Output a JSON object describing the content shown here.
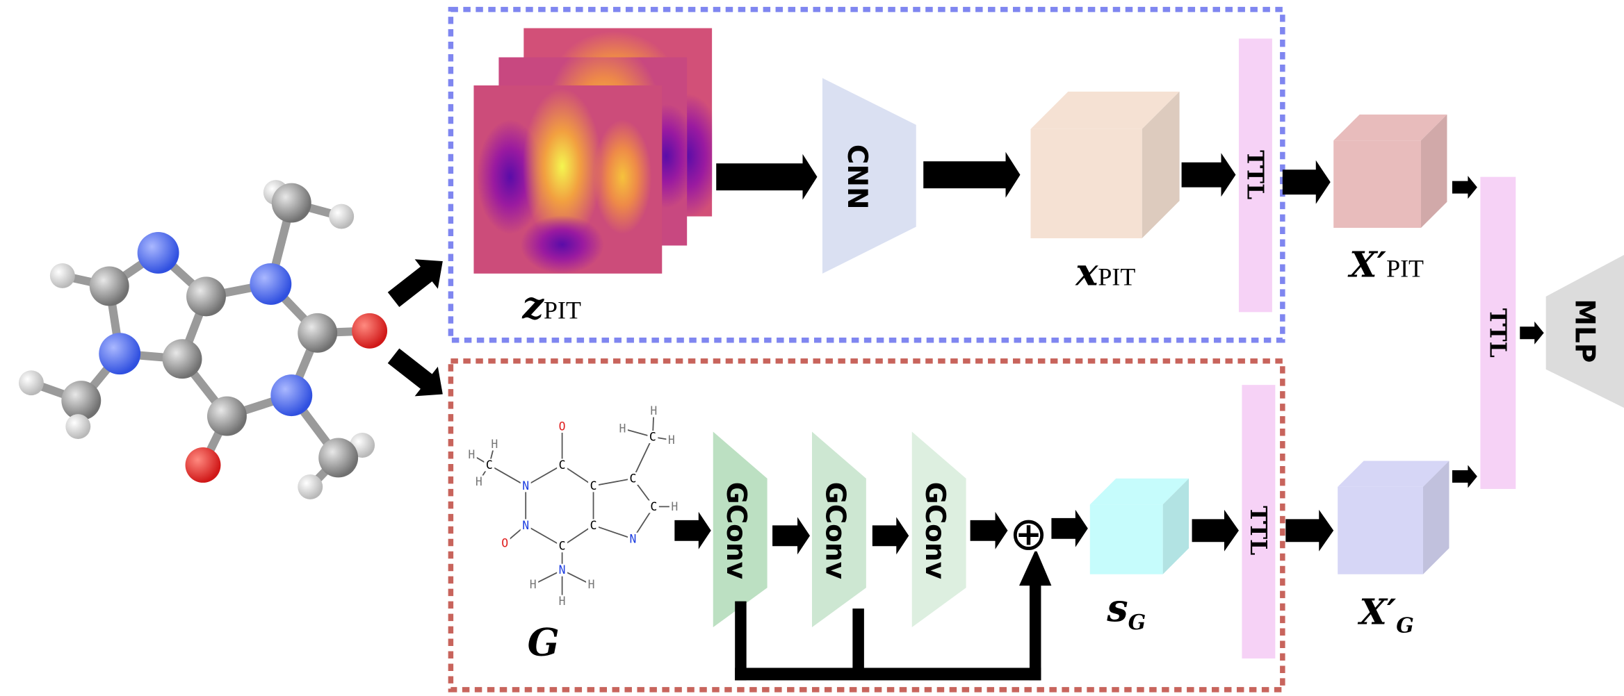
{
  "blocks": {
    "cnn": "CNN",
    "gconv": [
      "GConv",
      "GConv",
      "GConv"
    ],
    "ttl": [
      "TTL",
      "TTL",
      "TTL"
    ],
    "mlp": "MLP",
    "oplus": "⊕"
  },
  "labels": {
    "z_pit": {
      "main": "z",
      "sub": "PIT"
    },
    "x_pit": {
      "main": "x",
      "sub": "PIT"
    },
    "xp_pit": {
      "main": "X′",
      "sub": "PIT"
    },
    "graph": {
      "main": "G"
    },
    "s_g": {
      "main": "s",
      "sub": "G"
    },
    "xp_g": {
      "main": "X′",
      "sub": "G"
    }
  },
  "molecule_2d": {
    "atoms": [
      {
        "t": "O",
        "c": "#e02020"
      },
      {
        "t": "C",
        "c": "#000"
      },
      {
        "t": "N",
        "c": "#2040e0"
      },
      {
        "t": "C",
        "c": "#000"
      },
      {
        "t": "O",
        "c": "#e02020"
      },
      {
        "t": "N",
        "c": "#2040e0"
      },
      {
        "t": "C",
        "c": "#000"
      },
      {
        "t": "C",
        "c": "#000"
      },
      {
        "t": "N",
        "c": "#2040e0"
      },
      {
        "t": "C",
        "c": "#000"
      },
      {
        "t": "N",
        "c": "#2040e0"
      },
      {
        "t": "C",
        "c": "#000"
      },
      {
        "t": "C",
        "c": "#000"
      },
      {
        "t": "C",
        "c": "#000"
      },
      {
        "t": "H",
        "c": "#777"
      },
      {
        "t": "H",
        "c": "#777"
      },
      {
        "t": "H",
        "c": "#777"
      },
      {
        "t": "H",
        "c": "#777"
      },
      {
        "t": "H",
        "c": "#777"
      },
      {
        "t": "H",
        "c": "#777"
      },
      {
        "t": "H",
        "c": "#777"
      },
      {
        "t": "H",
        "c": "#777"
      },
      {
        "t": "H",
        "c": "#777"
      },
      {
        "t": "H",
        "c": "#777"
      }
    ]
  },
  "colors": {
    "pit_box": "#7f86f0",
    "graph_box": "#c8645c",
    "cnn": "#dae0f2",
    "x_pit_cube": "#f5e1d3",
    "xp_pit_cube": "#e8bcbc",
    "s_g_cube": "#c6fcfc",
    "xp_g_cube": "#d6d6f6",
    "ttl": "#f6d2f6",
    "mlp": "#dcdcdc",
    "gconv": [
      "#bce0c2",
      "#cde7d2",
      "#ddefe0"
    ]
  }
}
